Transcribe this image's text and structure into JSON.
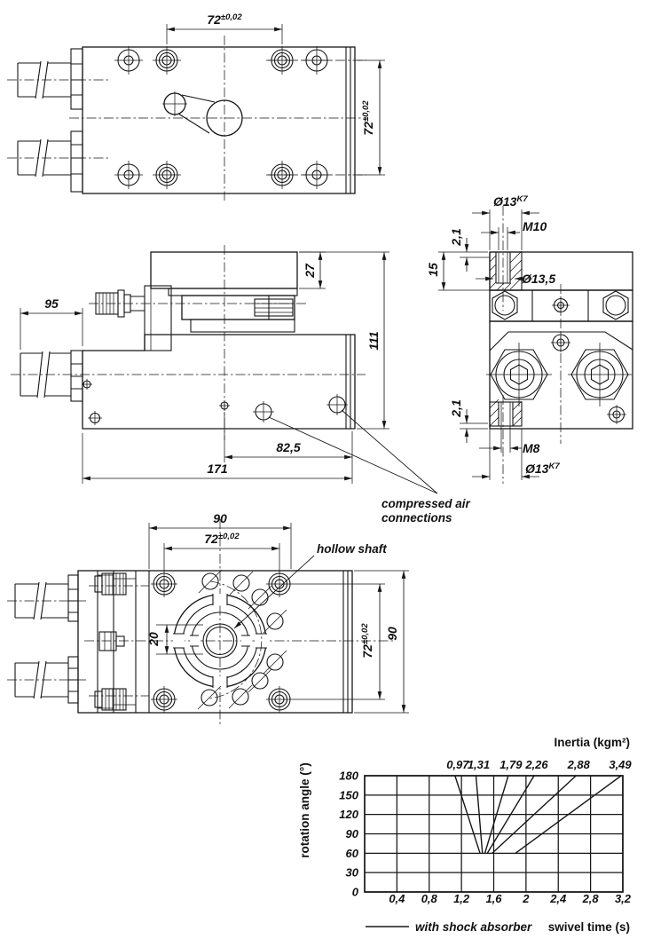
{
  "page": {
    "background": "#ffffff",
    "line_color": "#161616"
  },
  "views": {
    "top_view": {
      "dim_horizontal": {
        "value": "72",
        "tolerance": "±0,02"
      },
      "dim_vertical": {
        "value": "72",
        "tolerance": "±0,02"
      }
    },
    "side_view": {
      "dim_back": "95",
      "dim_plate": "27",
      "dim_height": "111",
      "dim_port": "82,5",
      "dim_length": "171",
      "air_label_line1": "compressed air",
      "air_label_line2": "connections"
    },
    "end_view": {
      "dim_fit_top": "Ø13",
      "dim_fit_top_tol": "K7",
      "dim_thread_top": "M10",
      "dim_depth_top": "2,1",
      "dim_plate_thickness": "15",
      "dim_counterbore": "Ø13,5",
      "dim_depth_bottom": "2,1",
      "dim_thread_bottom": "M8",
      "dim_fit_bottom": "Ø13",
      "dim_fit_bottom_tol": "K7"
    },
    "flange_view": {
      "dim_width": "90",
      "dim_holes": {
        "value": "72",
        "tolerance": "±0,02"
      },
      "dim_bore": "20",
      "dim_holes_vertical": {
        "value": "72",
        "tolerance": "±0,02"
      },
      "dim_height": "90",
      "hollow_shaft_label": "hollow shaft"
    }
  },
  "chart_data": {
    "type": "line",
    "title": "Inertia (kgm²)",
    "xlabel": "swivel time (s)",
    "ylabel": "rotation angle (°)",
    "xlim": [
      0,
      3.2
    ],
    "ylim": [
      0,
      180
    ],
    "grid": true,
    "x_ticks": [
      0.4,
      0.8,
      1.2,
      1.6,
      2.0,
      2.4,
      2.8,
      3.2
    ],
    "x_tick_labels": [
      "0,4",
      "0,8",
      "1,2",
      "1,6",
      "2",
      "2,4",
      "2,8",
      "3,2"
    ],
    "y_ticks": [
      0,
      30,
      60,
      90,
      120,
      150,
      180
    ],
    "y_tick_labels": [
      "0",
      "30",
      "60",
      "90",
      "120",
      "150",
      "180"
    ],
    "legend": {
      "label": "with shock absorber",
      "position": "bottom-left"
    },
    "series": [
      {
        "name": "0,97",
        "inertia_kgm2": 0.97,
        "points": [
          [
            1.43,
            60
          ],
          [
            1.12,
            180
          ]
        ]
      },
      {
        "name": "1,31",
        "inertia_kgm2": 1.31,
        "points": [
          [
            1.46,
            60
          ],
          [
            1.38,
            180
          ]
        ]
      },
      {
        "name": "1,79",
        "inertia_kgm2": 1.79,
        "points": [
          [
            1.49,
            60
          ],
          [
            1.78,
            180
          ]
        ]
      },
      {
        "name": "2,26",
        "inertia_kgm2": 2.26,
        "points": [
          [
            1.52,
            60
          ],
          [
            2.1,
            180
          ]
        ]
      },
      {
        "name": "2,88",
        "inertia_kgm2": 2.88,
        "points": [
          [
            1.58,
            60
          ],
          [
            2.62,
            180
          ]
        ]
      },
      {
        "name": "3,49",
        "inertia_kgm2": 3.49,
        "points": [
          [
            1.87,
            60
          ],
          [
            3.18,
            180
          ]
        ]
      }
    ]
  }
}
